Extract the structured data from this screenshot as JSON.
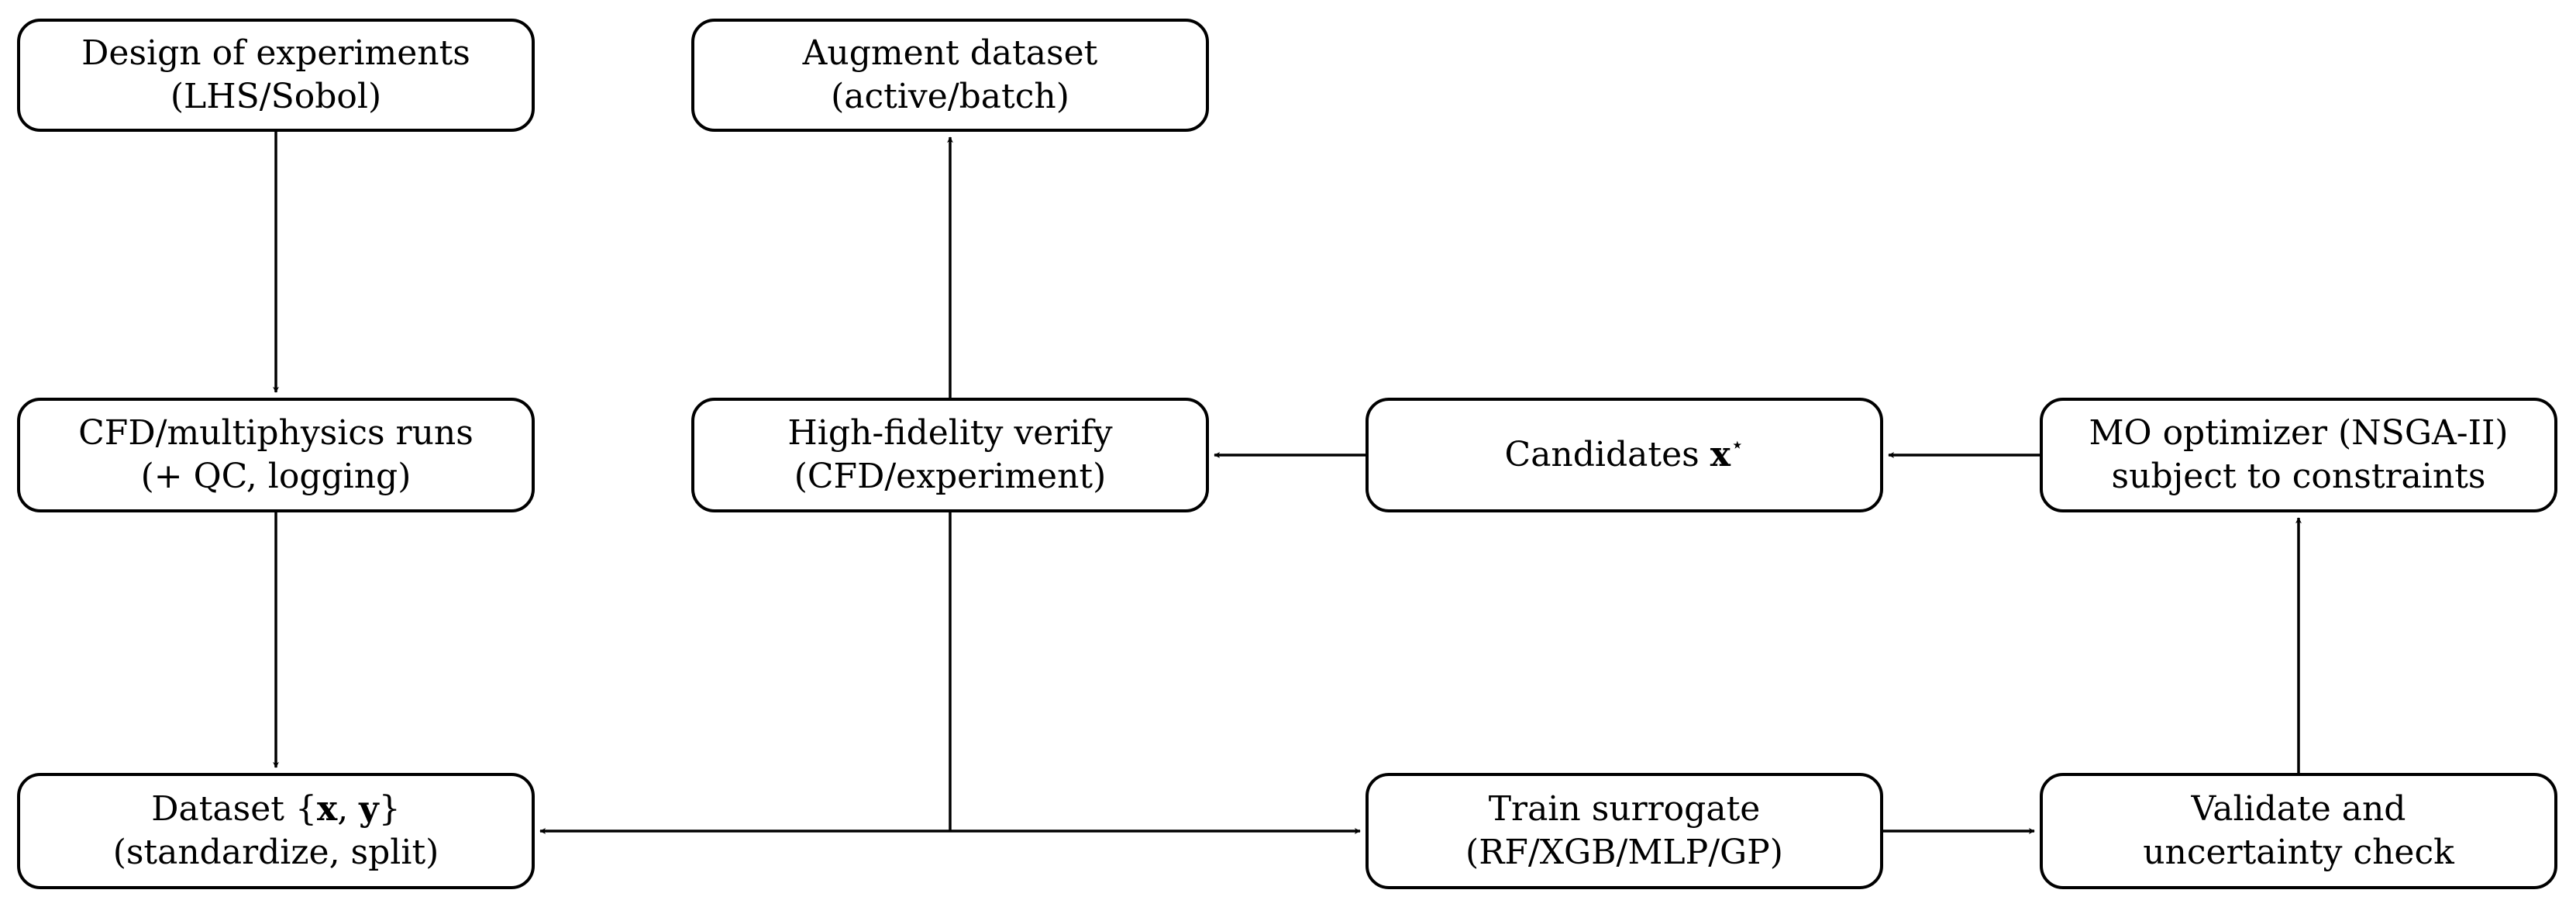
{
  "diagram": {
    "doe": {
      "line1": "Design of experiments",
      "line2": "(LHS/Sobol)"
    },
    "augment": {
      "line1": "Augment dataset",
      "line2": "(active/batch)"
    },
    "cfd": {
      "line1": "CFD/multiphysics runs",
      "line2": "(+ QC, logging)"
    },
    "hifi": {
      "line1": "High-fidelity verify",
      "line2": "(CFD/experiment)"
    },
    "candidates": {
      "prefix": "Candidates ",
      "symbol": "x",
      "sup": "⋆"
    },
    "moopt": {
      "line1": "MO optimizer (NSGA-II)",
      "line2": "subject to constraints"
    },
    "dataset": {
      "prefix": "Dataset {",
      "x": "x",
      "sep": ", ",
      "y": "y",
      "suffix": "}",
      "line2": "(standardize, split)"
    },
    "train": {
      "line1": "Train surrogate",
      "line2": "(RF/XGB/MLP/GP)"
    },
    "validate": {
      "line1": "Validate and",
      "line2": "uncertainty check"
    }
  }
}
